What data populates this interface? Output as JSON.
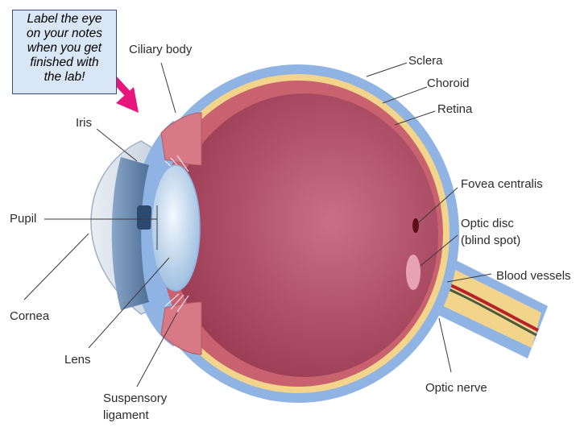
{
  "note": {
    "lines": [
      "Label the eye",
      "on your notes",
      "when you get",
      "finished with",
      "the lab!"
    ]
  },
  "labels": {
    "ciliary_body": "Ciliary body",
    "sclera": "Sclera",
    "choroid": "Choroid",
    "retina": "Retina",
    "iris": "Iris",
    "pupil": "Pupil",
    "fovea": "Fovea centralis",
    "optic_disc_1": "Optic disc",
    "optic_disc_2": "(blind spot)",
    "blood_vessels": "Blood vessels",
    "cornea": "Cornea",
    "lens": "Lens",
    "optic_nerve": "Optic nerve",
    "suspensory_1": "Suspensory",
    "suspensory_2": "ligament"
  },
  "colors": {
    "sclera": "#8fb3e3",
    "choroid": "#f2d58a",
    "retina": "#c8626e",
    "vitreous": "#a94a5e",
    "lens": "#cfe0f3",
    "iris": "#6f8fb5",
    "arrow": "#e8157a"
  }
}
